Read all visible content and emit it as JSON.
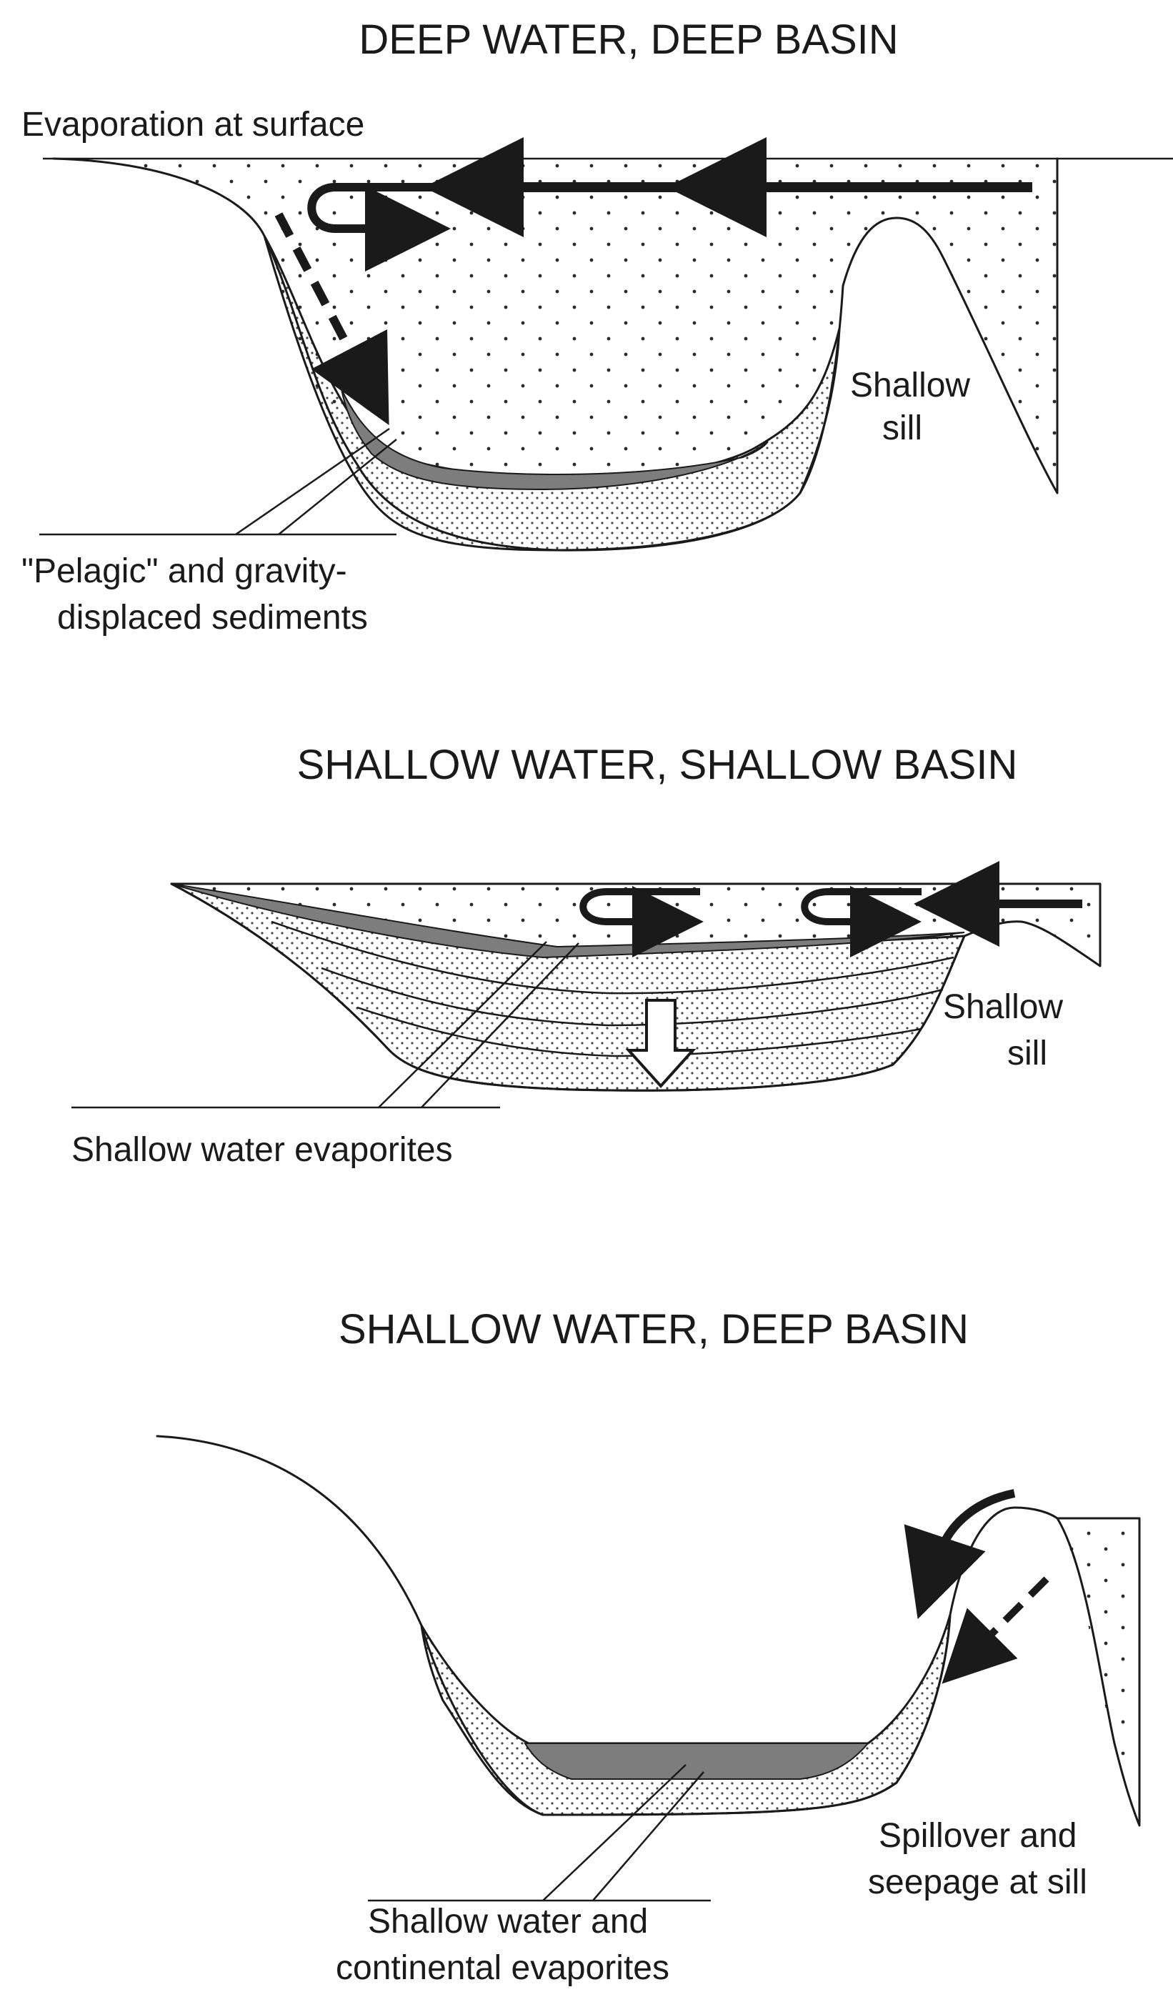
{
  "panels": [
    {
      "title": "DEEP WATER, DEEP BASIN",
      "labels": {
        "surface": "Evaporation at surface",
        "sill_1": "Shallow",
        "sill_2": "sill",
        "sediment_1": "\"Pelagic\" and gravity-",
        "sediment_2": "displaced sediments"
      }
    },
    {
      "title": "SHALLOW WATER, SHALLOW BASIN",
      "labels": {
        "sill_1": "Shallow",
        "sill_2": "sill",
        "evaporites": "Shallow water evaporites"
      }
    },
    {
      "title": "SHALLOW WATER, DEEP BASIN",
      "labels": {
        "spill_1": "Spillover and",
        "spill_2": "seepage at sill",
        "evap_1": "Shallow water and",
        "evap_2": "continental evaporites"
      }
    }
  ],
  "colors": {
    "line": "#1a1a1a",
    "evaporite_layer": "#7d7d7d",
    "water_dots": "#2a2a2a",
    "sediment_dots": "#444444"
  }
}
